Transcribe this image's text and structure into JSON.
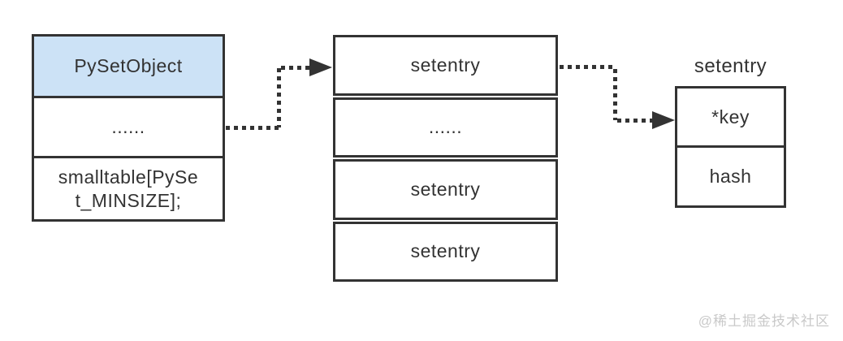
{
  "diagram": {
    "pyset_box": {
      "title": "PySetObject",
      "ellipsis_row": "......",
      "smalltable_row": "smalltable[PySet_MINSIZE];"
    },
    "entry_table": {
      "cells": [
        "setentry",
        "......",
        "setentry",
        "setentry"
      ]
    },
    "entry_detail": {
      "label": "setentry",
      "key_cell": "*key",
      "hash_cell": "hash"
    },
    "colors": {
      "header_fill": "#cce2f6",
      "border": "#333333",
      "text": "#333333",
      "watermark_text": "#c9c9c9"
    },
    "watermark": "@稀土掘金技术社区"
  }
}
